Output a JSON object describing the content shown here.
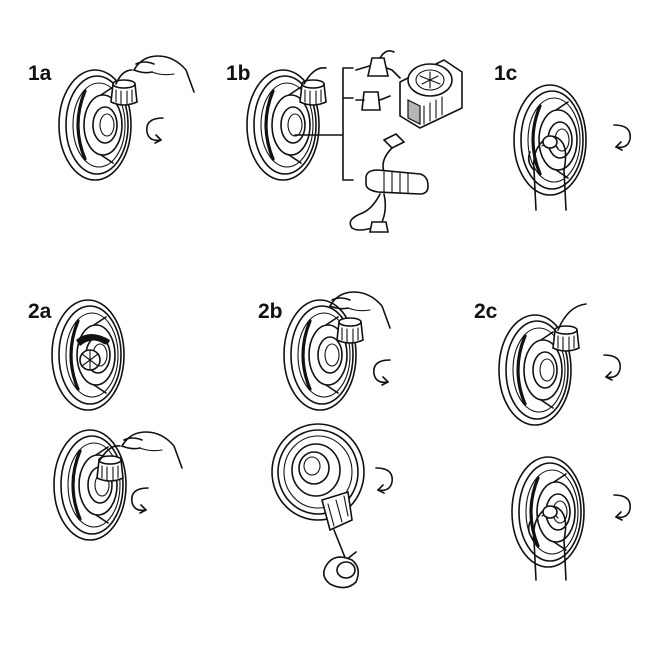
{
  "steps": {
    "s1a": "1a",
    "s1b": "1b",
    "s1c": "1c",
    "s2a": "2a",
    "s2b": "2b",
    "s2c": "2c"
  },
  "icons": {
    "valve": "valve-icon",
    "cap": "valve-cap-icon",
    "hand": "hand-icon",
    "rotate": "rotate-arrow-icon",
    "pump": "electric-pump-icon",
    "hand_pump": "hand-pump-icon",
    "nozzle": "nozzle-icon"
  },
  "colors": {
    "line": "#111111",
    "background": "#ffffff"
  }
}
